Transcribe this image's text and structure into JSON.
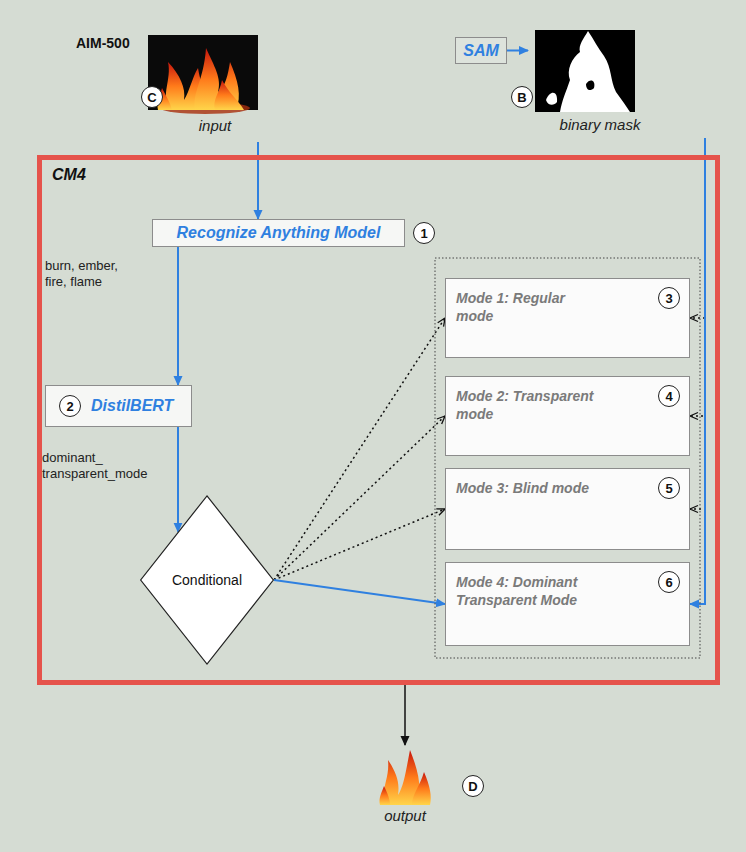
{
  "diagram": {
    "nodes": [
      {
        "text": [
          "AIM-500",
          "input"
        ]
      },
      {
        "text": [
          "SAM"
        ]
      },
      {
        "text": [
          "binary mask"
        ]
      },
      {
        "text": [
          "CM4"
        ]
      },
      {
        "text": [
          "Recognize Anything Model"
        ],
        "in": 3
      },
      {
        "text": [
          "DistilBERT"
        ],
        "in": 3
      },
      {
        "text": [
          "Conditional"
        ],
        "in": 3
      },
      {
        "text": [
          "Mode 1: Regular mode"
        ],
        "in": 3
      },
      {
        "text": [
          "Mode 2: Transparent mode"
        ],
        "in": 3
      },
      {
        "text": [
          "Mode 3: Blind mode"
        ],
        "in": 3
      },
      {
        "text": [
          "Mode 4: Dominant Transparent Mode"
        ],
        "in": 3
      },
      {
        "text": [
          "output"
        ]
      }
    ],
    "edges": [
      {
        "from": 0,
        "to": 4,
        "arrow": "to"
      },
      {
        "from": 1,
        "to": 2,
        "arrow": "to"
      },
      {
        "from": 4,
        "to": 5,
        "label": "burn, ember, fire, flame",
        "arrow": "to"
      },
      {
        "from": 5,
        "to": 6,
        "label": "dominant_ transparent_mode",
        "arrow": "to"
      },
      {
        "from": 6,
        "to": 7,
        "arrow": "to"
      },
      {
        "from": 6,
        "to": 8,
        "arrow": "to"
      },
      {
        "from": 6,
        "to": 9,
        "arrow": "to"
      },
      {
        "from": 6,
        "to": 10,
        "arrow": "to"
      },
      {
        "from": 2,
        "to": 7,
        "arrow": "to"
      },
      {
        "from": 2,
        "to": 8,
        "arrow": "to"
      },
      {
        "from": 2,
        "to": 9,
        "arrow": "to"
      },
      {
        "from": 2,
        "to": 10,
        "arrow": "to"
      },
      {
        "from": 3,
        "to": 11,
        "arrow": "to"
      }
    ],
    "labels": [
      "C",
      "B",
      "1",
      "2",
      "3",
      "4",
      "5",
      "6",
      "D"
    ]
  }
}
